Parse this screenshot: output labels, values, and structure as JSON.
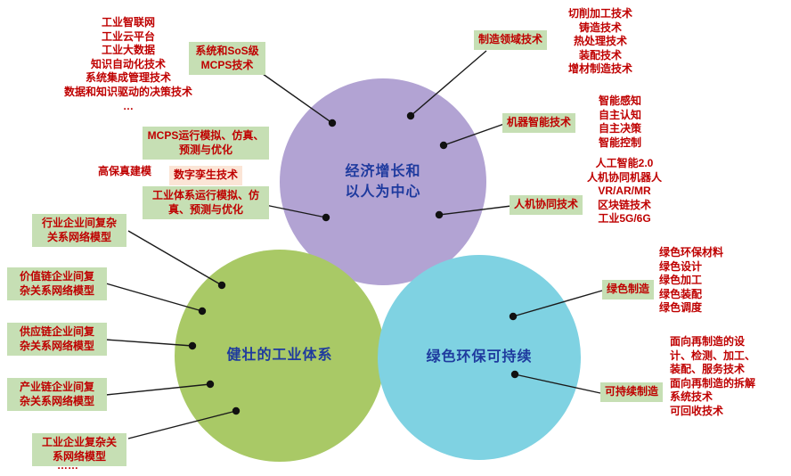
{
  "circles": {
    "top": {
      "label": "经济增长和\n以人为中心"
    },
    "left": {
      "label": "健壮的工业体系"
    },
    "right": {
      "label": "绿色环保可持续"
    }
  },
  "boxes": {
    "sos_mcps": "系统和SoS级\nMCPS技术",
    "manufacturing_domain": "制造领域技术",
    "machine_intelligence": "机器智能技术",
    "human_machine": "人机协同技术",
    "mcps_simulation": "MCPS运行模拟、仿真、\n预测与优化",
    "digital_twin": "数字孪生技术",
    "industry_simulation": "工业体系运行模拟、仿\n真、预测与优化",
    "industry_network": "行业企业间复杂\n关系网络模型",
    "value_chain": "价值链企业间复\n杂关系网络模型",
    "supply_chain": "供应链企业间复\n杂关系网络模型",
    "industry_chain": "产业链企业间复\n杂关系网络模型",
    "enterprise_network": "工业企业复杂关\n系网络模型",
    "green_manufacturing": "绿色制造",
    "sustainable_manufacturing": "可持续制造"
  },
  "plain_labels": {
    "high_fidelity": "高保真建模",
    "bottom_left_ellipsis": "……",
    "top_left_list": [
      "工业智联网",
      "工业云平台",
      "工业大数据",
      "知识自动化技术",
      "系统集成管理技术",
      "数据和知识驱动的决策技术",
      "…"
    ],
    "machining_list": [
      "切削加工技术",
      "铸造技术",
      "热处理技术",
      "装配技术",
      "增材制造技术"
    ],
    "intelligence_list": [
      "智能感知",
      "自主认知",
      "自主决策",
      "智能控制"
    ],
    "ai_list": [
      "人工智能2.0",
      "人机协同机器人",
      "VR/AR/MR",
      "区块链技术",
      "工业5G/6G"
    ],
    "green_list": [
      "绿色环保材料",
      "绿色设计",
      "绿色加工",
      "绿色装配",
      "绿色调度"
    ],
    "remanufacturing_list": [
      "面向再制造的设",
      "计、检测、加工、",
      "装配、服务技术",
      "面向再制造的拆解",
      "系统技术",
      "可回收技术"
    ]
  },
  "colors": {
    "red_text": "#bf0000",
    "green_box": "#c6dfb4",
    "pink_box": "#fbe5d6",
    "purple_circle": "#b2a3d3",
    "green_circle": "#a9c966",
    "cyan_circle": "#7fd2e2",
    "circle_text_blue": "#1e3a9e"
  }
}
